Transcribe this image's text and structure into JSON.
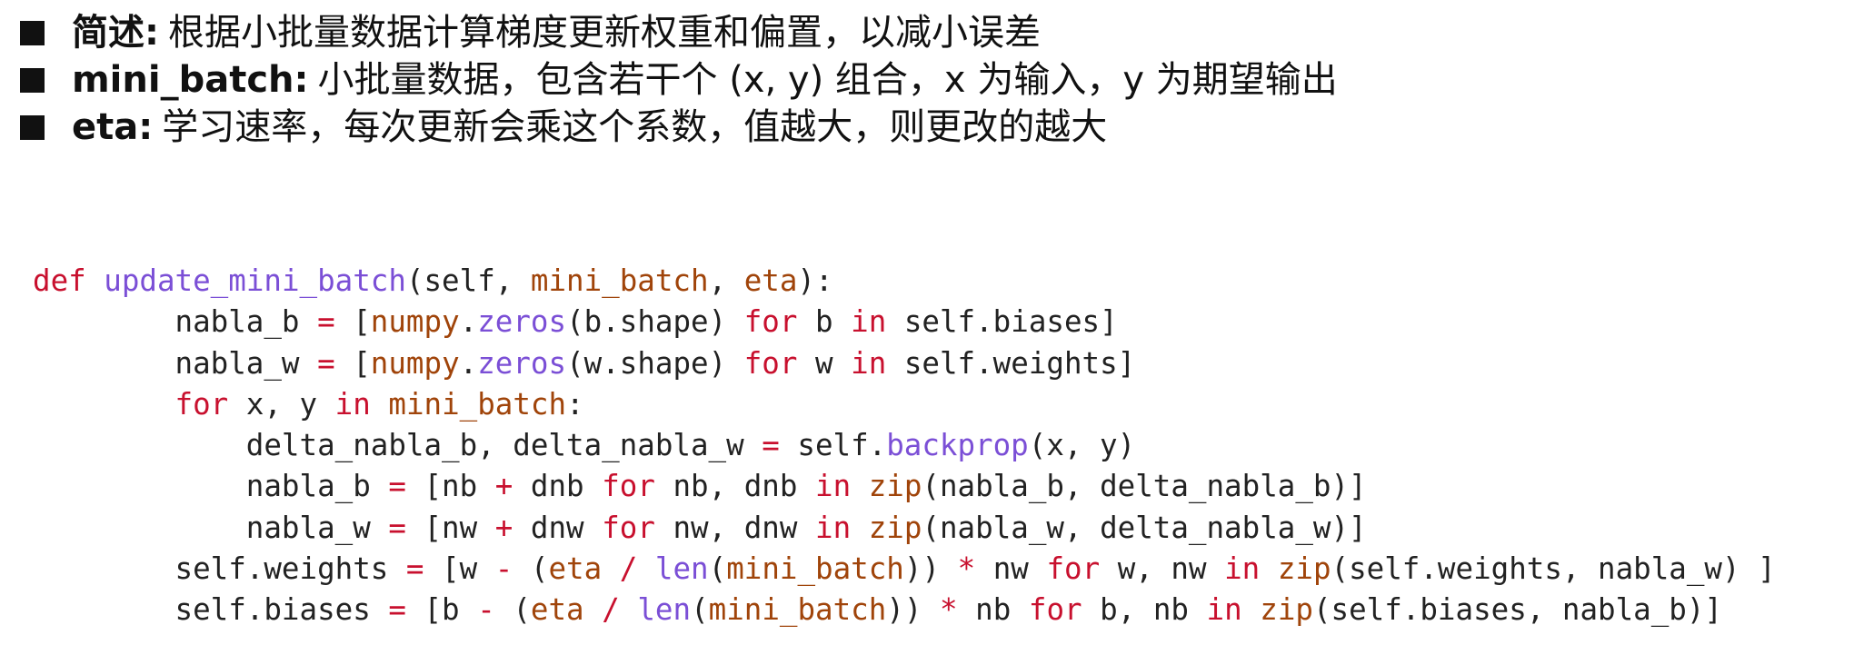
{
  "bullets": [
    {
      "term": "简述:",
      "text": "根据小批量数据计算梯度更新权重和偏置，以减小误差"
    },
    {
      "term": "mini_batch:",
      "text": "小批量数据，包含若干个 (x, y) 组合，x 为输入，y 为期望输出"
    },
    {
      "term": "eta:",
      "text": "学习速率，每次更新会乘这个系数，值越大，则更改的越大"
    }
  ],
  "colors": {
    "keyword": "#c8102e",
    "function": "#7b4fd6",
    "param": "#a0440a",
    "operator": "#c8102e",
    "plain": "#222222",
    "bullet_marker": "#111111"
  },
  "code": {
    "lines": [
      [
        [
          "keyword",
          "def"
        ],
        [
          "plain",
          " "
        ],
        [
          "function",
          "update_mini_batch"
        ],
        [
          "plain",
          "(self, "
        ],
        [
          "param",
          "mini_batch"
        ],
        [
          "plain",
          ", "
        ],
        [
          "param",
          "eta"
        ],
        [
          "plain",
          "):"
        ]
      ],
      [
        [
          "plain",
          "        nabla_b "
        ],
        [
          "operator",
          "="
        ],
        [
          "plain",
          " ["
        ],
        [
          "param",
          "numpy"
        ],
        [
          "plain",
          "."
        ],
        [
          "function",
          "zeros"
        ],
        [
          "plain",
          "(b.shape) "
        ],
        [
          "keyword",
          "for"
        ],
        [
          "plain",
          " b "
        ],
        [
          "keyword",
          "in"
        ],
        [
          "plain",
          " self.biases]"
        ]
      ],
      [
        [
          "plain",
          "        nabla_w "
        ],
        [
          "operator",
          "="
        ],
        [
          "plain",
          " ["
        ],
        [
          "param",
          "numpy"
        ],
        [
          "plain",
          "."
        ],
        [
          "function",
          "zeros"
        ],
        [
          "plain",
          "(w.shape) "
        ],
        [
          "keyword",
          "for"
        ],
        [
          "plain",
          " w "
        ],
        [
          "keyword",
          "in"
        ],
        [
          "plain",
          " self.weights]"
        ]
      ],
      [
        [
          "plain",
          "        "
        ],
        [
          "keyword",
          "for"
        ],
        [
          "plain",
          " x, y "
        ],
        [
          "keyword",
          "in"
        ],
        [
          "plain",
          " "
        ],
        [
          "param",
          "mini_batch"
        ],
        [
          "plain",
          ":"
        ]
      ],
      [
        [
          "plain",
          "            delta_nabla_b, delta_nabla_w "
        ],
        [
          "operator",
          "="
        ],
        [
          "plain",
          " self."
        ],
        [
          "function",
          "backprop"
        ],
        [
          "plain",
          "(x, y)"
        ]
      ],
      [
        [
          "plain",
          "            nabla_b "
        ],
        [
          "operator",
          "="
        ],
        [
          "plain",
          " [nb "
        ],
        [
          "operator",
          "+"
        ],
        [
          "plain",
          " dnb "
        ],
        [
          "keyword",
          "for"
        ],
        [
          "plain",
          " nb, dnb "
        ],
        [
          "keyword",
          "in"
        ],
        [
          "plain",
          " "
        ],
        [
          "param",
          "zip"
        ],
        [
          "plain",
          "(nabla_b, delta_nabla_b)]"
        ]
      ],
      [
        [
          "plain",
          "            nabla_w "
        ],
        [
          "operator",
          "="
        ],
        [
          "plain",
          " [nw "
        ],
        [
          "operator",
          "+"
        ],
        [
          "plain",
          " dnw "
        ],
        [
          "keyword",
          "for"
        ],
        [
          "plain",
          " nw, dnw "
        ],
        [
          "keyword",
          "in"
        ],
        [
          "plain",
          " "
        ],
        [
          "param",
          "zip"
        ],
        [
          "plain",
          "(nabla_w, delta_nabla_w)]"
        ]
      ],
      [
        [
          "plain",
          "        self.weights "
        ],
        [
          "operator",
          "="
        ],
        [
          "plain",
          " [w "
        ],
        [
          "operator",
          "-"
        ],
        [
          "plain",
          " ("
        ],
        [
          "param",
          "eta"
        ],
        [
          "plain",
          " "
        ],
        [
          "operator",
          "/"
        ],
        [
          "plain",
          " "
        ],
        [
          "function",
          "len"
        ],
        [
          "plain",
          "("
        ],
        [
          "param",
          "mini_batch"
        ],
        [
          "plain",
          ")) "
        ],
        [
          "operator",
          "*"
        ],
        [
          "plain",
          " nw "
        ],
        [
          "keyword",
          "for"
        ],
        [
          "plain",
          " w, nw "
        ],
        [
          "keyword",
          "in"
        ],
        [
          "plain",
          " "
        ],
        [
          "param",
          "zip"
        ],
        [
          "plain",
          "(self.weights, nabla_w) ]"
        ]
      ],
      [
        [
          "plain",
          "        self.biases "
        ],
        [
          "operator",
          "="
        ],
        [
          "plain",
          " [b "
        ],
        [
          "operator",
          "-"
        ],
        [
          "plain",
          " ("
        ],
        [
          "param",
          "eta"
        ],
        [
          "plain",
          " "
        ],
        [
          "operator",
          "/"
        ],
        [
          "plain",
          " "
        ],
        [
          "function",
          "len"
        ],
        [
          "plain",
          "("
        ],
        [
          "param",
          "mini_batch"
        ],
        [
          "plain",
          ")) "
        ],
        [
          "operator",
          "*"
        ],
        [
          "plain",
          " nb "
        ],
        [
          "keyword",
          "for"
        ],
        [
          "plain",
          " b, nb "
        ],
        [
          "keyword",
          "in"
        ],
        [
          "plain",
          " "
        ],
        [
          "param",
          "zip"
        ],
        [
          "plain",
          "(self.biases, nabla_b)]"
        ]
      ]
    ]
  }
}
